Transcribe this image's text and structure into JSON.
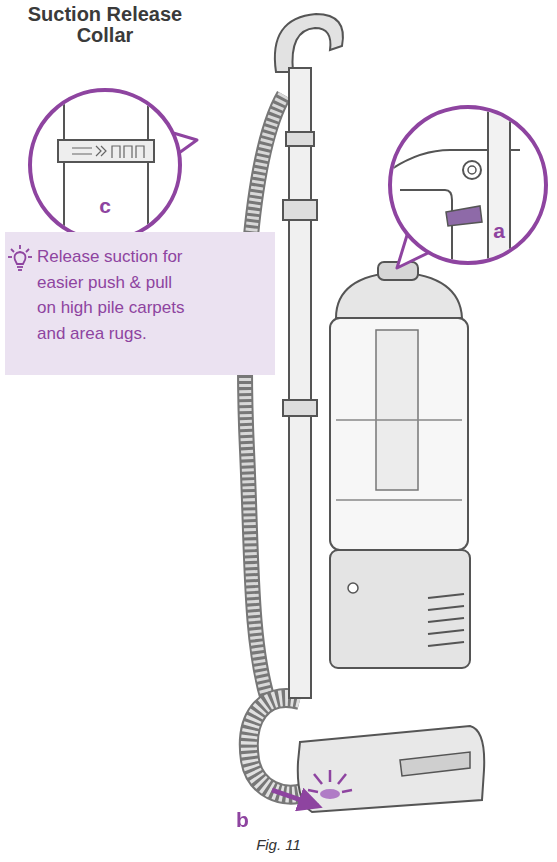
{
  "diagram": {
    "caption": "Fig. 11",
    "nodes": [
      {
        "text": [
          "Suction Release Collar",
          "c"
        ]
      },
      {
        "text": [
          "a"
        ]
      },
      {
        "text": [
          "Release suction for easier push & pull on high pile carpets and area rugs."
        ]
      }
    ],
    "labels": [
      "b"
    ]
  }
}
